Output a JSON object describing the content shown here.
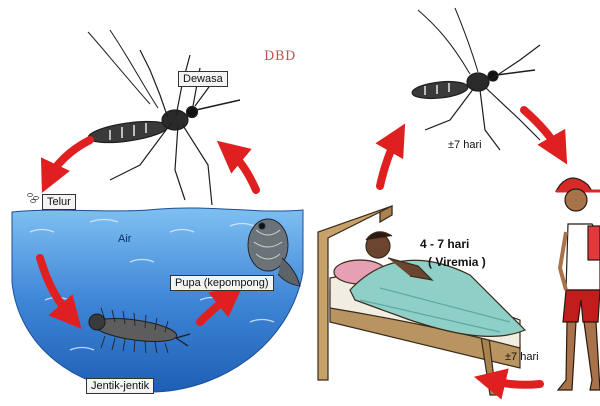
{
  "title": "DBD",
  "mosquito_cycle": {
    "adult": "Dewasa",
    "egg": "Telur",
    "water": "Air",
    "pupa": "Pupa (kepompong)",
    "larva": "Jentik-jentik"
  },
  "transmission": {
    "to_human": "±7 hari",
    "in_host_period": "4 - 7 hari",
    "viremia": "( Viremia )",
    "back_to_mosquito": "±7 hari"
  },
  "colors": {
    "arrow": "#e02020",
    "water": "#4a8fd8",
    "title": "#c0504d"
  }
}
